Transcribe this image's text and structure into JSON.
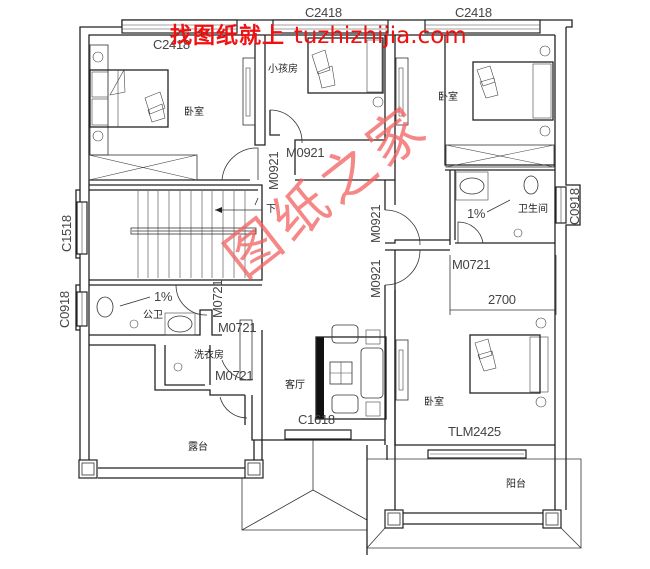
{
  "watermark": {
    "top_text": "找图纸就上",
    "top_url": "tuzhizhijia.com",
    "diagonal_text": "图纸之家",
    "color": "#f01010",
    "diagonal_color": "#f46060"
  },
  "windows": {
    "c2418_top_left": "C2418",
    "c2418_top_mid": "C2418",
    "c2418_top_right": "C2418",
    "c1518": "C1518",
    "c0918_left": "C0918",
    "c0918_right": "C0918",
    "c1618": "C1618",
    "tlm2425": "TLM2425"
  },
  "doors": {
    "m0921_stair_vertical": "M0921",
    "m0921_kids_room": "M0921",
    "m0921_corridor_upper": "M0921",
    "m0921_corridor_lower": "M0921",
    "m0721_bath": "M0721",
    "m0721_public_bath": "M0721",
    "m0721_laundry_upper": "M0721",
    "m0721_laundry_lower": "M0721"
  },
  "rooms": {
    "bedroom_top_left": "卧室",
    "kids_room": "小孩房",
    "bedroom_top_right": "卧室",
    "bathroom": "卫生间",
    "public_bath": "公卫",
    "laundry": "洗衣房",
    "living_room": "客厅",
    "bedroom_bottom_right": "卧室",
    "terrace": "露台",
    "balcony": "阳台"
  },
  "annotations": {
    "slope_public_bath": "1%",
    "slope_bathroom": "1%",
    "stair_down": "下",
    "dimension": "2700"
  }
}
